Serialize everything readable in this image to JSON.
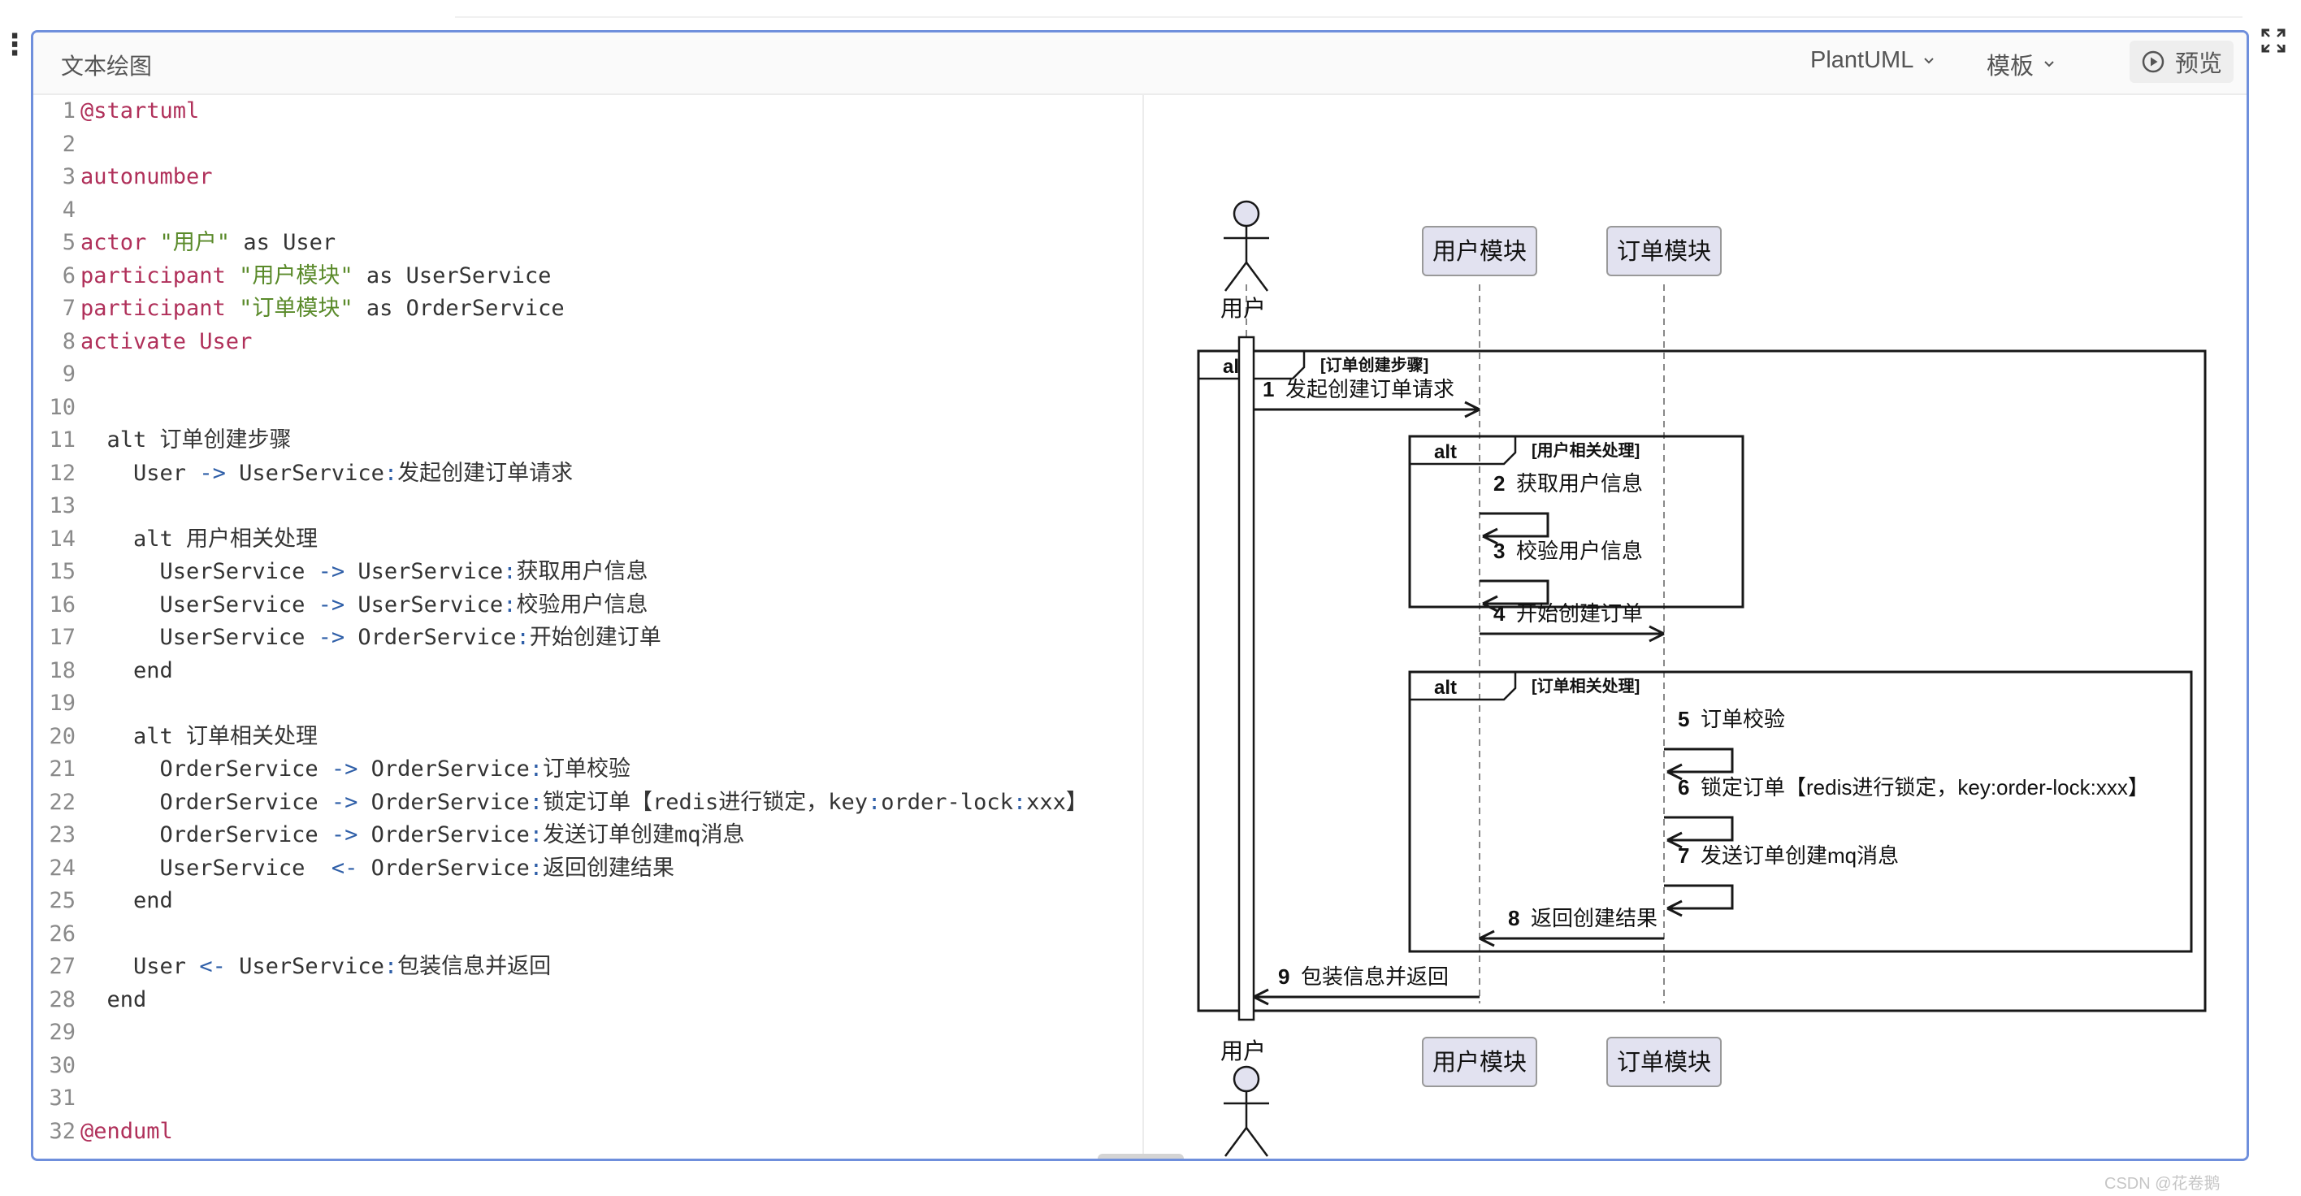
{
  "app": {
    "title": "文本绘图",
    "language_label": "PlantUML",
    "template_label": "模板",
    "preview_label": "预览",
    "side_menu_glyph": "⋮",
    "watermark": "CSDN @花卷鹅"
  },
  "code_lines": [
    [
      {
        "t": "@startuml",
        "c": "kw"
      }
    ],
    [],
    [
      {
        "t": "autonumber",
        "c": "kw"
      }
    ],
    [],
    [
      {
        "t": "actor ",
        "c": "kw"
      },
      {
        "t": "\"用户\"",
        "c": "str"
      },
      {
        "t": " as User",
        "c": ""
      }
    ],
    [
      {
        "t": "participant ",
        "c": "kw"
      },
      {
        "t": "\"用户模块\"",
        "c": "str"
      },
      {
        "t": " as UserService",
        "c": ""
      }
    ],
    [
      {
        "t": "participant ",
        "c": "kw"
      },
      {
        "t": "\"订单模块\"",
        "c": "str"
      },
      {
        "t": " as OrderService",
        "c": ""
      }
    ],
    [
      {
        "t": "activate User",
        "c": "kw"
      }
    ],
    [],
    [],
    [
      {
        "t": "  alt 订单创建步骤",
        "c": ""
      }
    ],
    [
      {
        "t": "    User ",
        "c": ""
      },
      {
        "t": "->",
        "c": "arr"
      },
      {
        "t": " UserService",
        "c": ""
      },
      {
        "t": ":",
        "c": "arr"
      },
      {
        "t": "发起创建订单请求",
        "c": ""
      }
    ],
    [],
    [
      {
        "t": "    alt 用户相关处理",
        "c": ""
      }
    ],
    [
      {
        "t": "      UserService ",
        "c": ""
      },
      {
        "t": "->",
        "c": "arr"
      },
      {
        "t": " UserService",
        "c": ""
      },
      {
        "t": ":",
        "c": "arr"
      },
      {
        "t": "获取用户信息",
        "c": ""
      }
    ],
    [
      {
        "t": "      UserService ",
        "c": ""
      },
      {
        "t": "->",
        "c": "arr"
      },
      {
        "t": " UserService",
        "c": ""
      },
      {
        "t": ":",
        "c": "arr"
      },
      {
        "t": "校验用户信息",
        "c": ""
      }
    ],
    [
      {
        "t": "      UserService ",
        "c": ""
      },
      {
        "t": "->",
        "c": "arr"
      },
      {
        "t": " OrderService",
        "c": ""
      },
      {
        "t": ":",
        "c": "arr"
      },
      {
        "t": "开始创建订单",
        "c": ""
      }
    ],
    [
      {
        "t": "    end",
        "c": ""
      }
    ],
    [],
    [
      {
        "t": "    alt 订单相关处理",
        "c": ""
      }
    ],
    [
      {
        "t": "      OrderService ",
        "c": ""
      },
      {
        "t": "->",
        "c": "arr"
      },
      {
        "t": " OrderService",
        "c": ""
      },
      {
        "t": ":",
        "c": "arr"
      },
      {
        "t": "订单校验",
        "c": ""
      }
    ],
    [
      {
        "t": "      OrderService ",
        "c": ""
      },
      {
        "t": "->",
        "c": "arr"
      },
      {
        "t": " OrderService",
        "c": ""
      },
      {
        "t": ":",
        "c": "arr"
      },
      {
        "t": "锁定订单【redis进行锁定，key",
        "c": ""
      },
      {
        "t": ":",
        "c": "arr"
      },
      {
        "t": "order-lock",
        "c": ""
      },
      {
        "t": ":",
        "c": "arr"
      },
      {
        "t": "xxx】",
        "c": ""
      }
    ],
    [
      {
        "t": "      OrderService ",
        "c": ""
      },
      {
        "t": "->",
        "c": "arr"
      },
      {
        "t": " OrderService",
        "c": ""
      },
      {
        "t": ":",
        "c": "arr"
      },
      {
        "t": "发送订单创建mq消息",
        "c": ""
      }
    ],
    [
      {
        "t": "      UserService  ",
        "c": ""
      },
      {
        "t": "<-",
        "c": "arr"
      },
      {
        "t": " OrderService",
        "c": ""
      },
      {
        "t": ":",
        "c": "arr"
      },
      {
        "t": "返回创建结果",
        "c": ""
      }
    ],
    [
      {
        "t": "    end",
        "c": ""
      }
    ],
    [],
    [
      {
        "t": "    User ",
        "c": ""
      },
      {
        "t": "<-",
        "c": "arr"
      },
      {
        "t": " UserService",
        "c": ""
      },
      {
        "t": ":",
        "c": "arr"
      },
      {
        "t": "包装信息并返回",
        "c": ""
      }
    ],
    [
      {
        "t": "  end",
        "c": ""
      }
    ],
    [],
    [],
    [],
    [
      {
        "t": "@enduml",
        "c": "kw"
      }
    ]
  ],
  "diagram": {
    "actor_label": "用户",
    "participants": [
      "用户模块",
      "订单模块"
    ],
    "alt_keyword": "alt",
    "fragments": [
      {
        "id": "outer",
        "guard": "[订单创建步骤]"
      },
      {
        "id": "user",
        "guard": "[用户相关处理]"
      },
      {
        "id": "order",
        "guard": "[订单相关处理]"
      }
    ],
    "messages": [
      {
        "n": "1",
        "text": "发起创建订单请求",
        "from": "user",
        "to": "us"
      },
      {
        "n": "2",
        "text": "获取用户信息",
        "from": "us",
        "to": "us"
      },
      {
        "n": "3",
        "text": "校验用户信息",
        "from": "us",
        "to": "us"
      },
      {
        "n": "4",
        "text": "开始创建订单",
        "from": "us",
        "to": "os"
      },
      {
        "n": "5",
        "text": "订单校验",
        "from": "os",
        "to": "os"
      },
      {
        "n": "6",
        "text": "锁定订单【redis进行锁定，key:order-lock:xxx】",
        "from": "os",
        "to": "os"
      },
      {
        "n": "7",
        "text": "发送订单创建mq消息",
        "from": "os",
        "to": "os"
      },
      {
        "n": "8",
        "text": "返回创建结果",
        "from": "os",
        "to": "us"
      },
      {
        "n": "9",
        "text": "包装信息并返回",
        "from": "us",
        "to": "user"
      }
    ],
    "colors": {
      "participant_fill": "#e2e2f0",
      "line": "#181818",
      "lifeline": "#888888"
    }
  }
}
